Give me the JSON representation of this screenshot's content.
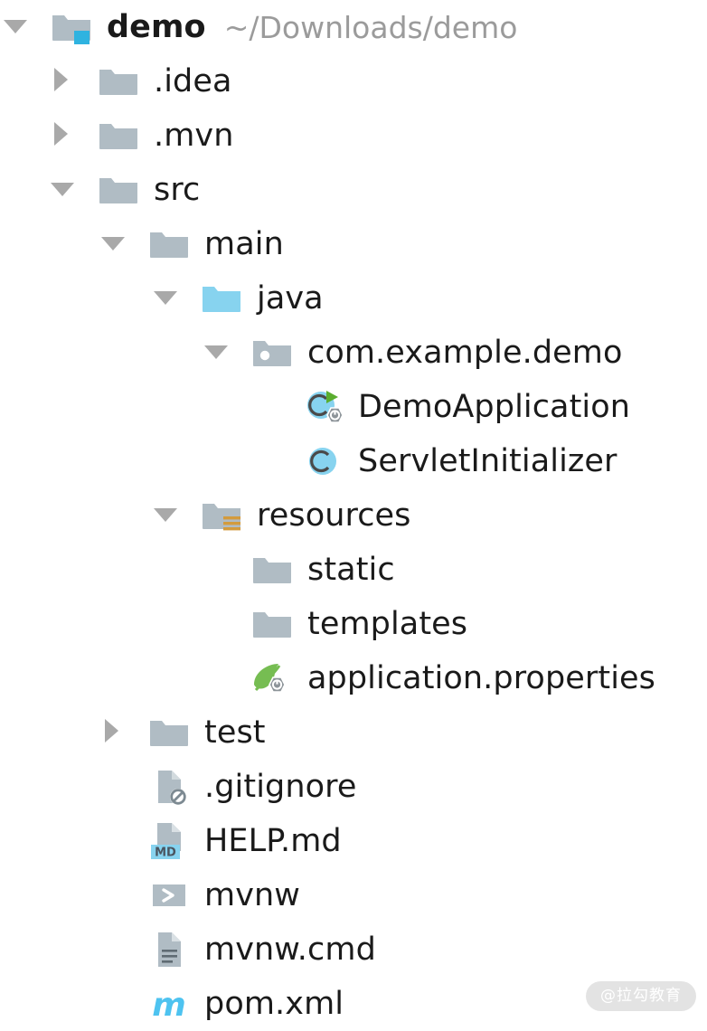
{
  "theme": {
    "background": "#ffffff",
    "text_color": "#1a1a1a",
    "muted_text_color": "#9b9b9b",
    "folder_gray": "#b0bcc4",
    "folder_cyan": "#87d3ef",
    "class_cyan": "#87d3ef",
    "spring_green": "#6db33f",
    "badge_orange": "#d39b3d",
    "maven_cyan": "#4ec3f0",
    "twisty_gray": "#a9a9a9"
  },
  "project_tree": {
    "name": "project-tool-window",
    "rows": [
      {
        "label": "demo",
        "sublabel": "~/Downloads/demo",
        "icon": "folder-module-icon",
        "twisty": "down",
        "depth": 0,
        "bold": true
      },
      {
        "label": ".idea",
        "sublabel": "",
        "icon": "folder-icon",
        "twisty": "right",
        "depth": 1,
        "bold": false
      },
      {
        "label": ".mvn",
        "sublabel": "",
        "icon": "folder-icon",
        "twisty": "right",
        "depth": 1,
        "bold": false
      },
      {
        "label": "src",
        "sublabel": "",
        "icon": "folder-icon",
        "twisty": "down",
        "depth": 1,
        "bold": false
      },
      {
        "label": "main",
        "sublabel": "",
        "icon": "folder-icon",
        "twisty": "down",
        "depth": 2,
        "bold": false
      },
      {
        "label": "java",
        "sublabel": "",
        "icon": "folder-sources-root-icon",
        "twisty": "down",
        "depth": 3,
        "bold": false
      },
      {
        "label": "com.example.demo",
        "sublabel": "",
        "icon": "package-icon",
        "twisty": "down",
        "depth": 4,
        "bold": false
      },
      {
        "label": "DemoApplication",
        "sublabel": "",
        "icon": "java-class-runnable-spring-icon",
        "twisty": "none",
        "depth": 5,
        "bold": false
      },
      {
        "label": "ServletInitializer",
        "sublabel": "",
        "icon": "java-class-icon",
        "twisty": "none",
        "depth": 5,
        "bold": false
      },
      {
        "label": "resources",
        "sublabel": "",
        "icon": "folder-resources-root-icon",
        "twisty": "down",
        "depth": 3,
        "bold": false
      },
      {
        "label": "static",
        "sublabel": "",
        "icon": "folder-icon",
        "twisty": "none",
        "depth": 4,
        "bold": false
      },
      {
        "label": "templates",
        "sublabel": "",
        "icon": "folder-icon",
        "twisty": "none",
        "depth": 4,
        "bold": false
      },
      {
        "label": "application.properties",
        "sublabel": "",
        "icon": "spring-properties-icon",
        "twisty": "none",
        "depth": 4,
        "bold": false
      },
      {
        "label": "test",
        "sublabel": "",
        "icon": "folder-icon",
        "twisty": "right",
        "depth": 2,
        "bold": false
      },
      {
        "label": ".gitignore",
        "sublabel": "",
        "icon": "file-ignored-icon",
        "twisty": "none",
        "depth": 2,
        "bold": false
      },
      {
        "label": "HELP.md",
        "sublabel": "",
        "icon": "markdown-file-icon",
        "twisty": "none",
        "depth": 2,
        "bold": false
      },
      {
        "label": "mvnw",
        "sublabel": "",
        "icon": "shell-script-icon",
        "twisty": "none",
        "depth": 2,
        "bold": false
      },
      {
        "label": "mvnw.cmd",
        "sublabel": "",
        "icon": "text-file-icon",
        "twisty": "none",
        "depth": 2,
        "bold": false
      },
      {
        "label": "pom.xml",
        "sublabel": "",
        "icon": "maven-file-icon",
        "twisty": "none",
        "depth": 2,
        "bold": false
      }
    ]
  },
  "watermark": {
    "text": "@拉勾教育"
  }
}
